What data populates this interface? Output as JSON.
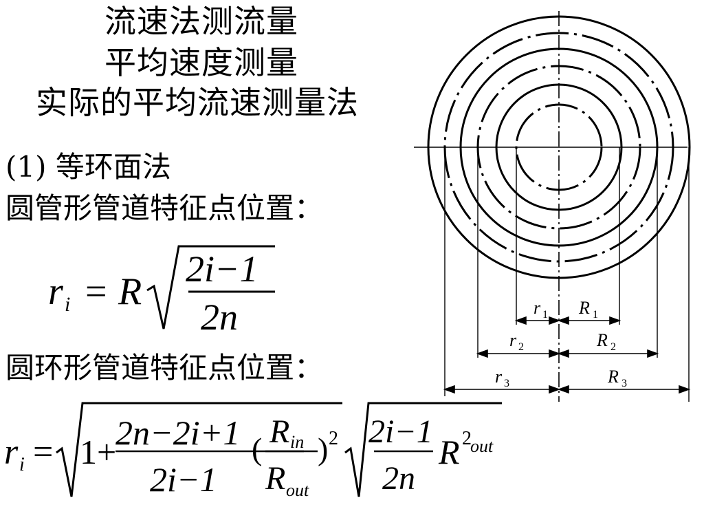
{
  "title": {
    "line1": "流速法测流量",
    "line2": "平均速度测量",
    "line3": "实际的平均流速测量法"
  },
  "method": {
    "heading": "(1) 等环面法",
    "round_pipe_label": "圆管形管道特征点位置：",
    "annular_pipe_label": "圆环形管道特征点位置："
  },
  "formula1": {
    "lhs": "r",
    "lhs_sub": "i",
    "equals": "=",
    "factor": "R",
    "numerator": "2i−1",
    "denominator": "2n"
  },
  "formula2": {
    "lhs": "r",
    "lhs_sub": "i",
    "equals": "=",
    "one_plus": "1+",
    "frac_num": "2n−2i+1",
    "frac_den": "2i−1",
    "open_paren": "(",
    "r_in": "R",
    "r_in_sub": "in",
    "r_out": "R",
    "r_out_sub": "out",
    "close_paren": ")",
    "exp": "2",
    "frac2_num": "2i−1",
    "frac2_den": "2n",
    "r_tail": "R",
    "r_tail_exp": "2",
    "r_tail_sub": "out"
  },
  "diagram": {
    "labels": {
      "r1": "r",
      "r1_sub": "1",
      "R1": "R",
      "R1_sub": "1",
      "r2": "r",
      "r2_sub": "2",
      "R2": "R",
      "R2_sub": "2",
      "r3": "r",
      "r3_sub": "3",
      "R3": "R",
      "R3_sub": "3"
    }
  }
}
